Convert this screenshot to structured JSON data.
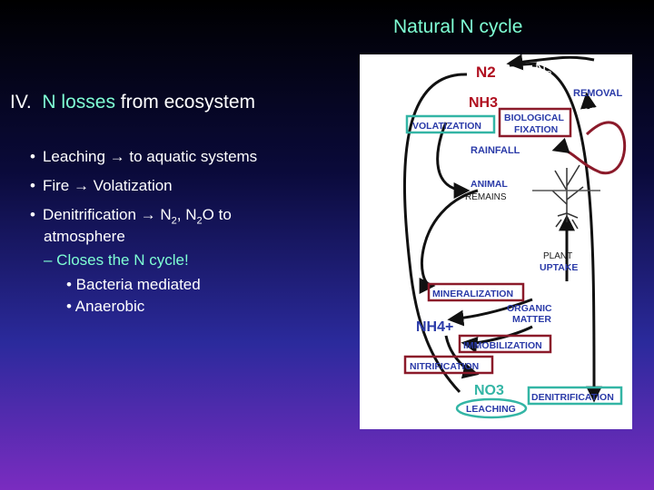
{
  "slide": {
    "title": "Natural N cycle",
    "heading_prefix": "IV.  ",
    "heading_accent": "N losses",
    "heading_suffix": " from ecosystem"
  },
  "bullets": {
    "leaching": "Leaching → to aquatic systems",
    "fire": "Fire → Volatization",
    "denit_line1": "Denitrification → N",
    "denit_line1_sub1": "2",
    "denit_line1_mid": ", N",
    "denit_line1_sub2": "2",
    "denit_line1_end": "O to",
    "denit_line2": "atmosphere",
    "closes": "– Closes the N cycle!",
    "bacteria": "• Bacteria mediated",
    "anaerobic": "• Anaerobic",
    "dot": "•"
  },
  "diagram": {
    "n2o_main": "N",
    "n2o_sub": "2",
    "n2o_end": "O",
    "plant_top": "PLANT",
    "n2": "N2",
    "nh3": "NH3",
    "plant_removal": "REMOVAL",
    "volatization": "VOLATIZATION",
    "bio_fix_1": "BIOLOGICAL",
    "bio_fix_2": "FIXATION",
    "rainfall": "RAINFALL",
    "animal": "ANIMAL",
    "remains": "REMAINS",
    "plant_uptake_1": "PLANT",
    "plant_uptake_2": "UPTAKE",
    "mineralization": "MINERALIZATION",
    "organic_1": "ORGANIC",
    "organic_2": "MATTER",
    "nh4": "NH4+",
    "immobilization": "IMMOBILIZATION",
    "nitrification": "NITRIFICATION",
    "no3": "NO3",
    "denitrification": "DENITRIFICATION",
    "leaching": "LEACHING"
  },
  "colors": {
    "accent": "#7fffd4",
    "box_red": "#8b1a2a",
    "box_teal": "#33b5a5",
    "label_red": "#b01020",
    "label_blue": "#2a3aa8"
  }
}
